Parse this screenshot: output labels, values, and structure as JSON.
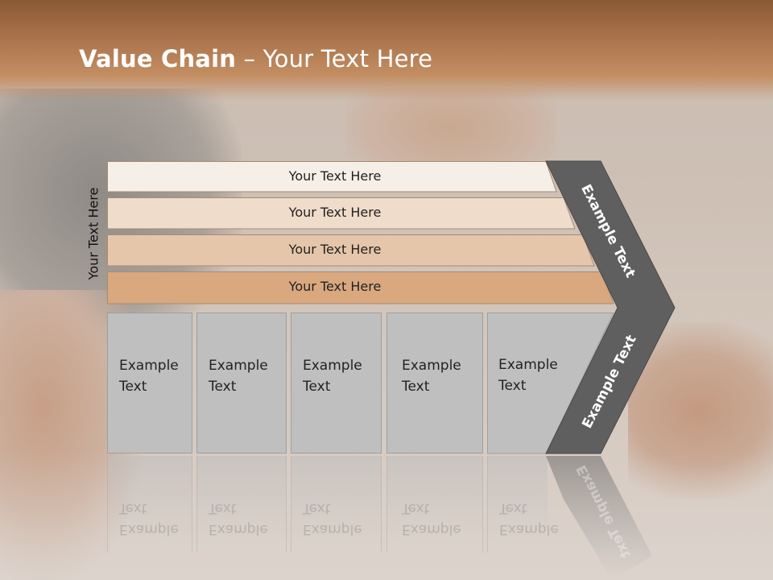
{
  "title": {
    "bold": "Value Chain",
    "rest": " – Your Text Here"
  },
  "y_label": "Your Text Here",
  "rows": [
    {
      "label": "Your Text Here",
      "fill": "#f6efe8"
    },
    {
      "label": "Your Text Here",
      "fill": "#efdccb"
    },
    {
      "label": "Your Text Here",
      "fill": "#e6c6aa"
    },
    {
      "label": "Your Text Here",
      "fill": "#d9a87f"
    }
  ],
  "boxes": [
    {
      "line1": "Example",
      "line2": "Text"
    },
    {
      "line1": "Example",
      "line2": "Text"
    },
    {
      "line1": "Example",
      "line2": "Text"
    },
    {
      "line1": "Example",
      "line2": "Text"
    },
    {
      "line1": "Example",
      "line2": "Text"
    }
  ],
  "chevron": {
    "top_label": "Example Text",
    "bottom_label": "Example Text",
    "color": "#5f5f5f"
  }
}
